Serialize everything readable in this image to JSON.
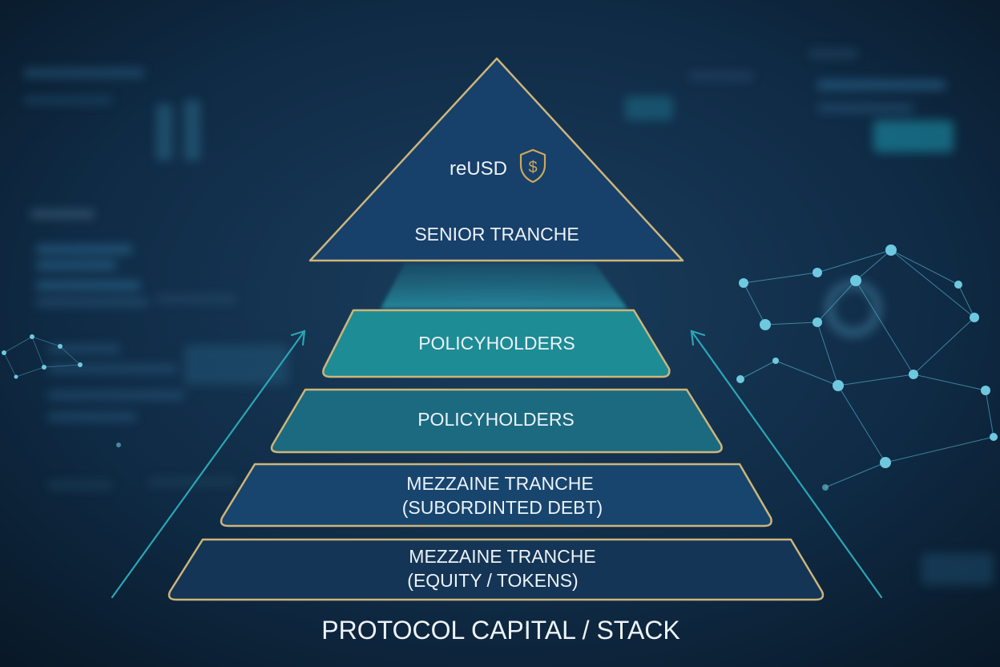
{
  "diagram": {
    "caption": "PROTOCOL CAPITAL / STACK",
    "top": {
      "token": "reUSD",
      "token_icon": "shield-dollar-icon",
      "label": "SENIOR TRANCHE"
    },
    "tiers": [
      {
        "line1": "POLICYHOLDERS",
        "line2": ""
      },
      {
        "line1": "POLICYHOLDERS",
        "line2": ""
      },
      {
        "line1": "MEZZAINE TRANCHE",
        "line2": "(SUBORDINTED DEBT)"
      },
      {
        "line1": "MEZZAINE TRANCHE",
        "line2": "(EQUITY / TOKENS)"
      }
    ],
    "colors": {
      "background": "#0b1e30",
      "outline_gold": "#cdb57a",
      "top_fill": "#17406a",
      "tier1_fill": "#1d8c95",
      "tier2_fill": "#1b6a80",
      "tier3_fill": "#17456e",
      "tier4_fill": "#143555",
      "arrow": "#2aa6b6",
      "network": "#6ec9e0"
    }
  }
}
